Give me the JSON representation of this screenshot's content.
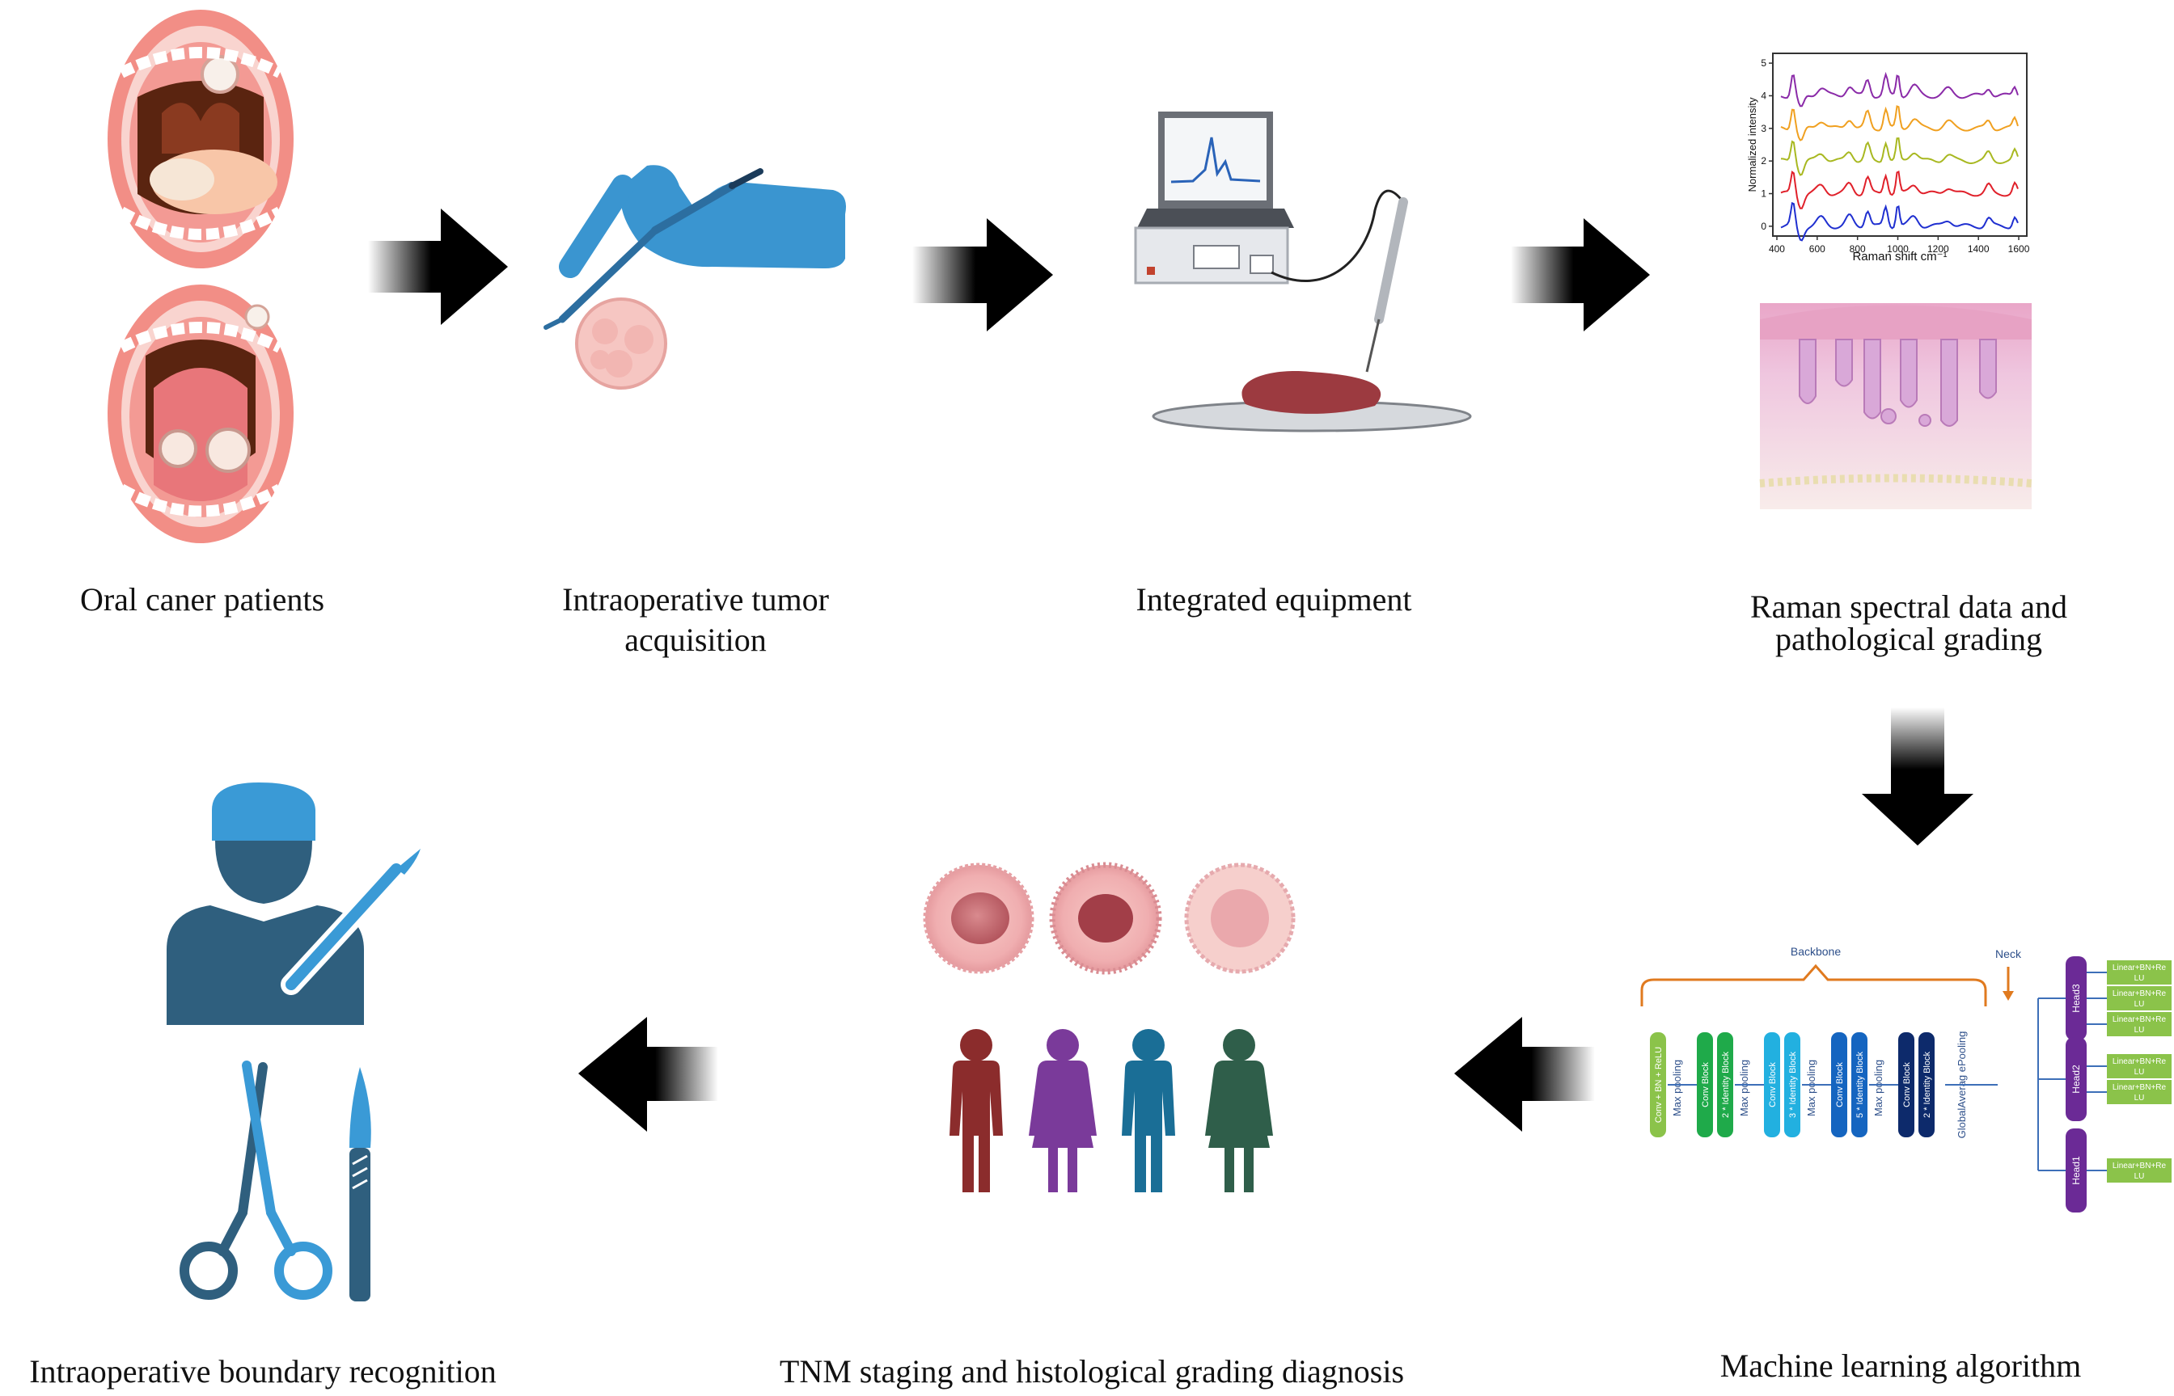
{
  "steps": {
    "oral_patients": "Oral caner patients",
    "tumor_acquisition_line1": "Intraoperative tumor",
    "tumor_acquisition_line2": "acquisition",
    "integrated_equipment": "Integrated equipment",
    "raman_line1": "Raman spectral data and",
    "raman_line2": "pathological grading",
    "machine_learning": "Machine learning algorithm",
    "tnm_staging": "TNM staging and histological grading diagnosis",
    "boundary_recognition": "Intraoperative boundary recognition"
  },
  "spectrum_chart": {
    "ylabel": "Normalized intensity",
    "xlabel": "Raman shift cm⁻¹",
    "xticks": [
      "400",
      "600",
      "800",
      "1000",
      "1200",
      "1400",
      "1600"
    ],
    "yticks": [
      "0",
      "1",
      "2",
      "3",
      "4",
      "5"
    ],
    "series_colors": [
      "#1f2fd0",
      "#e0202a",
      "#a8b820",
      "#f0a020",
      "#8a2aa8"
    ]
  },
  "network": {
    "backbone": "Backbone",
    "neck": "Neck",
    "blocks": [
      {
        "text": "Conv + BN + ReLU",
        "color": "#8bc34a"
      },
      {
        "text": "Max pooling",
        "color": ""
      },
      {
        "text": "Conv Block",
        "color": "#1faa4a"
      },
      {
        "text": "2 * Identity Block",
        "color": "#1faa4a"
      },
      {
        "text": "Max pooling",
        "color": ""
      },
      {
        "text": "Conv Block",
        "color": "#22b0e0"
      },
      {
        "text": "3 * Identity Block",
        "color": "#22b0e0"
      },
      {
        "text": "Max pooling",
        "color": ""
      },
      {
        "text": "Conv Block",
        "color": "#1565c0"
      },
      {
        "text": "5 * Identity Block",
        "color": "#1565c0"
      },
      {
        "text": "Max pooling",
        "color": ""
      },
      {
        "text": "Conv Block",
        "color": "#0d2a6b"
      },
      {
        "text": "2 * Identity Block",
        "color": "#0d2a6b"
      }
    ],
    "pooling": "GlobalAverag ePooling",
    "heads": [
      "Head3",
      "Head2",
      "Head1"
    ],
    "head3_outputs": [
      "Linear+BN+Re LU",
      "Linear+BN+Re LU",
      "Linear+BN+Re LU"
    ],
    "head2_outputs": [
      "Linear+BN+Re LU",
      "Linear+BN+Re LU"
    ],
    "head1_outputs": [
      "Linear+BN+Re LU"
    ]
  },
  "colors": {
    "arrow": "#000000",
    "glove": "#3a95d0",
    "surgeon": "#2f5f7e",
    "surgeon_cap": "#3a9ad6",
    "tissue": "#9c3a40",
    "person_red": "#8b2c2c",
    "person_purple": "#7a3a9a",
    "person_blue": "#1a6e96",
    "person_green": "#2f5e4a"
  }
}
